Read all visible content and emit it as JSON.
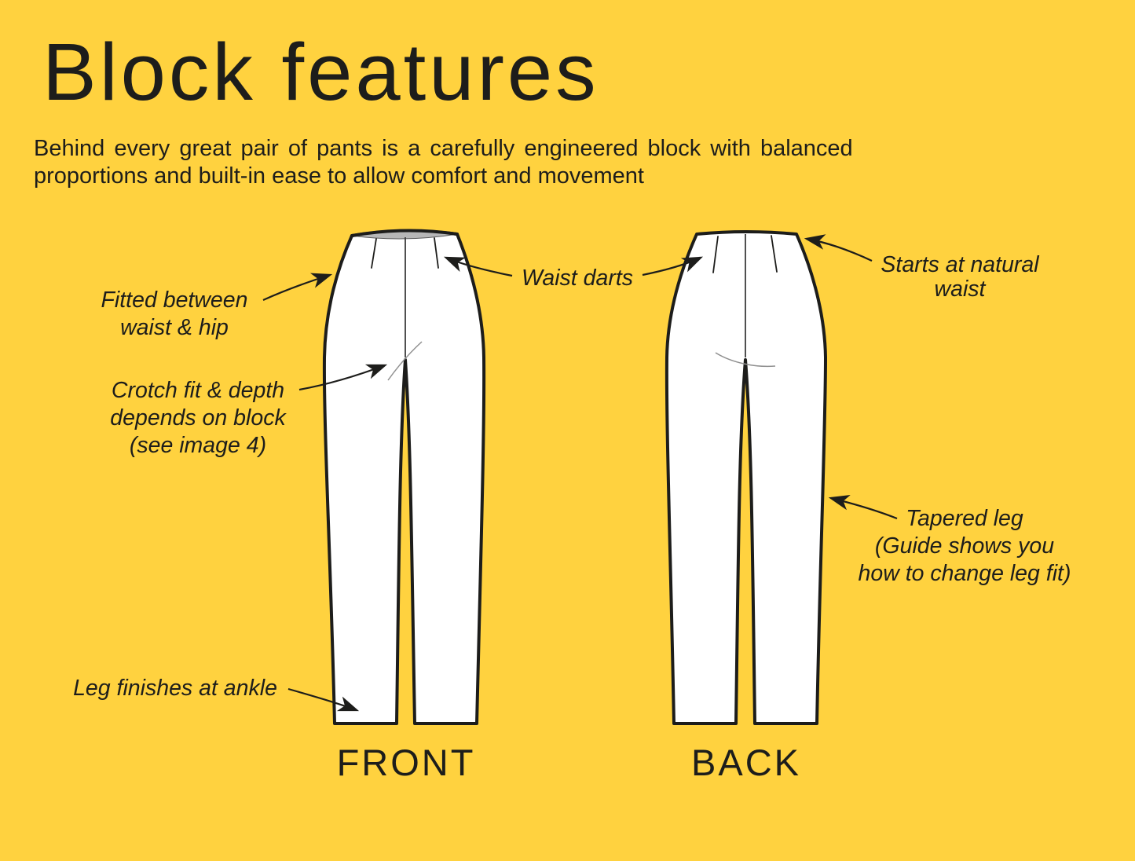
{
  "header": {
    "title": "Block features",
    "subtitle_line1": "Behind every great pair of pants is a carefully engineered block with balanced",
    "subtitle_line2": "proportions and built-in ease to allow comfort and movement"
  },
  "callouts": {
    "fitted": {
      "line1": "Fitted between",
      "line2": "waist & hip"
    },
    "waist_darts": {
      "line1": "Waist darts"
    },
    "crotch": {
      "line1": "Crotch fit & depth",
      "line2": "depends on block",
      "line3": "(see image 4)"
    },
    "ankle": {
      "line1": "Leg finishes at ankle"
    },
    "natural_waist": {
      "line1": "Starts at natural",
      "line2": "waist"
    },
    "tapered_leg": {
      "line1": "Tapered leg",
      "line2": "(Guide shows you",
      "line3": "how to change leg fit)"
    }
  },
  "view_labels": {
    "front": "FRONT",
    "back": "BACK"
  },
  "colors": {
    "background": "#FFD23F",
    "ink": "#1D1D1B",
    "garment": "#FFFFFF",
    "waistband": "#B7B7B7",
    "guide": "#8F8F8F"
  }
}
